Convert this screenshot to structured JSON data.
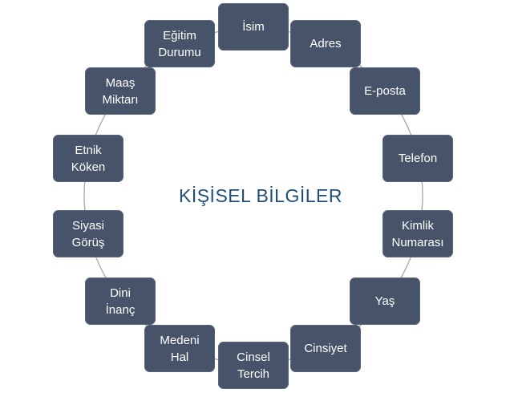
{
  "diagram": {
    "center_title": "KİŞİSEL BİLGİLER",
    "node_color": "#475369",
    "connector_color": "#a6a6a6",
    "title_color": "#1f4e79",
    "nodes": [
      {
        "label": "İsim"
      },
      {
        "label": "Adres"
      },
      {
        "label": "E-posta"
      },
      {
        "label": "Telefon"
      },
      {
        "label": "Kimlik\nNumarası"
      },
      {
        "label": "Yaş"
      },
      {
        "label": "Cinsiyet"
      },
      {
        "label": "Cinsel\nTercih"
      },
      {
        "label": "Medeni\nHal"
      },
      {
        "label": "Dini\nİnanç"
      },
      {
        "label": "Siyasi\nGörüş"
      },
      {
        "label": "Etnik\nKöken"
      },
      {
        "label": "Maaş\nMiktarı"
      },
      {
        "label": "Eğitim\nDurumu"
      }
    ]
  }
}
